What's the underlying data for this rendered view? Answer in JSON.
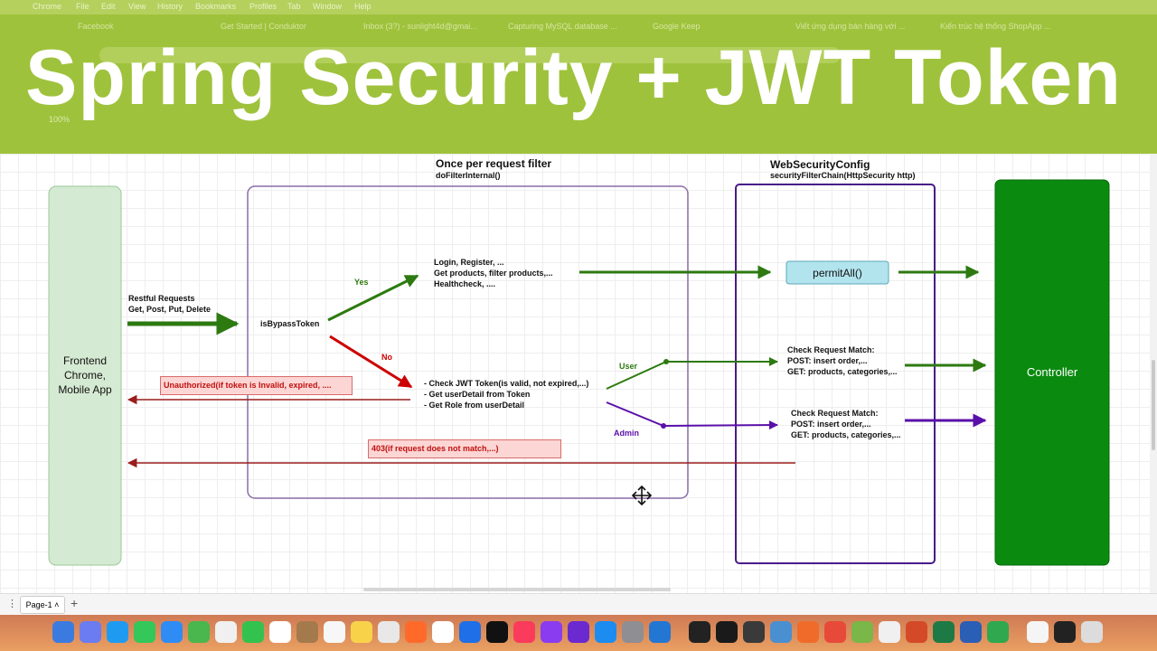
{
  "banner": {
    "title": "Spring Security + JWT Token"
  },
  "menubar": {
    "items": [
      "Chrome",
      "File",
      "Edit",
      "View",
      "History",
      "Bookmarks",
      "Profiles",
      "Tab",
      "Window",
      "Help"
    ]
  },
  "tabs": [
    "Facebook",
    "Get Started | Conduktor",
    "Inbox (3?) - sunlight4d@gmai...",
    "Capturing MySQL database ...",
    "Google Keep",
    "Viết ứng dụng bán hàng với ...",
    "Kiến trúc hệ thống ShopApp ..."
  ],
  "toolbar": {
    "zoom": "100%"
  },
  "diagram": {
    "frontend_lines": [
      "Frontend",
      "Chrome,",
      "Mobile App"
    ],
    "filter_title": "Once per request filter",
    "filter_subtitle": "doFilterInternal()",
    "config_title": "WebSecurityConfig",
    "config_subtitle": "securityFilterChain(HttpSecurity http)",
    "controller": "Controller",
    "restful_lines": [
      "Restful Requests",
      "Get, Post, Put, Delete"
    ],
    "bypass": "isBypassToken",
    "yes": "Yes",
    "no": "No",
    "bypass_list": [
      "Login, Register, ...",
      "Get products, filter products,...",
      "Healthcheck, ...."
    ],
    "permit": "permitAll()",
    "jwt_steps": [
      "- Check JWT Token(is valid, not expired,...)",
      "- Get userDetail from Token",
      "- Get Role from userDetail"
    ],
    "user": "User",
    "admin": "Admin",
    "match_user": [
      "Check Request Match:",
      "POST: insert order,...",
      "GET: products, categories,..."
    ],
    "match_admin": [
      "Check Request Match:",
      "POST: insert order,...",
      "GET: products, categories,..."
    ],
    "unauthorized": "Unauthorized(if token is Invalid, expired, ....",
    "forbidden": "403(if request does not match,...)"
  },
  "pagebar": {
    "page_label": "Page-1",
    "add": "+"
  },
  "colors": {
    "banner": "#9fc23c",
    "green_arrow": "#2d7a10",
    "red_arrow": "#cc0000",
    "dark_red": "#9a1d1d",
    "purple_arrow": "#5a0fa8",
    "controller_fill": "#0b8a10",
    "frontend_fill": "#d5ead2",
    "permit_fill": "#b2e4ee"
  }
}
